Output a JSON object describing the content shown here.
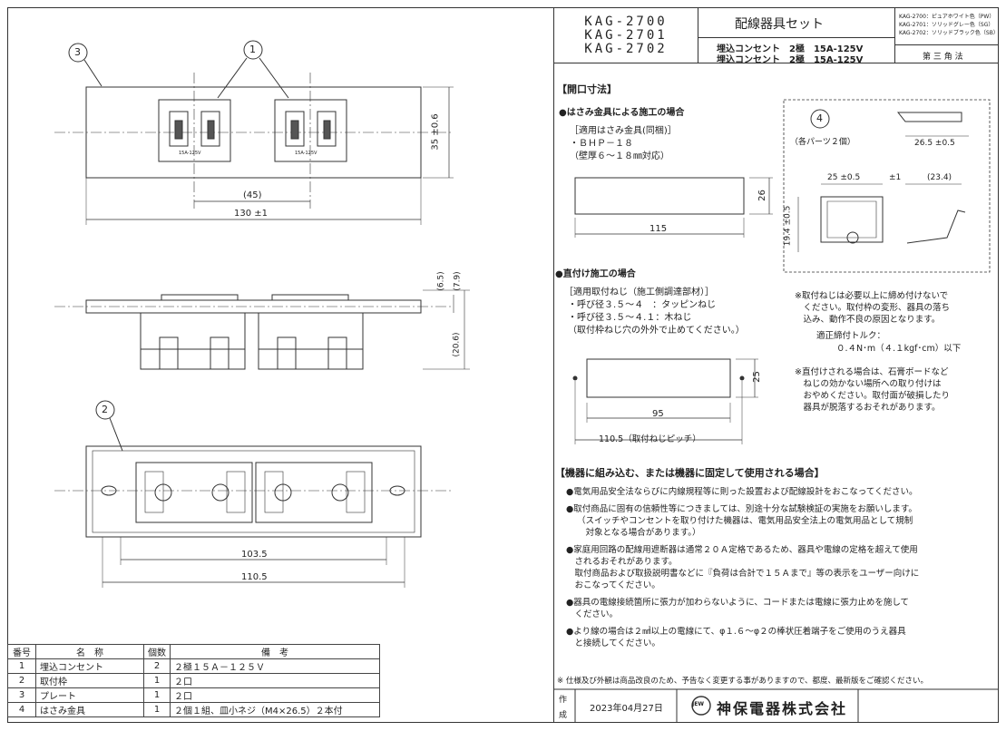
{
  "title_block": {
    "models": [
      "KAG-2700",
      "KAG-2701",
      "KAG-2702"
    ],
    "product_title": "配線器具セット",
    "lines": [
      "埋込コンセント　2極　15A-125V",
      "埋込コンセント　2極　15A-125V"
    ],
    "colors": [
      "KAG-2700：ピュアホワイト色（PW）",
      "KAG-2701：ソリッドグレー色（SG）",
      "KAG-2702：ソリッドブラック色（SB）"
    ],
    "projection": "第 三 角 法"
  },
  "drawing": {
    "balloons": [
      "3",
      "1",
      "2",
      "4"
    ],
    "dims": {
      "d35": "35 ±0.6",
      "d45": "(45)",
      "d130": "130 ±1",
      "d65": "(6.5)",
      "d79": "(7.9)",
      "d206": "(20.6)",
      "d1035": "103.5",
      "d1105": "110.5"
    },
    "outlet_label": "15A-125V"
  },
  "opening": {
    "heading": "【開口寸法】",
    "clip_title": "●はさみ金具による施工の場合",
    "clip_lines": [
      "［適用はさみ金具(同梱)］",
      "・ＢＨＰ－１８",
      "（壁厚６～１８㎜対応）"
    ],
    "clip_dims": {
      "w": "115",
      "h": "26"
    },
    "parts_note": "（各パーツ２個）",
    "clip_part_dims": {
      "screw": "26.5 ±0.5",
      "w25": "25 ±0.5",
      "t1": "±1",
      "w234": "(23.4)",
      "h194": "19.4 ±0.5"
    },
    "direct_title": "●直付け施工の場合",
    "direct_lines": [
      "［適用取付ねじ（施工側調達部材）］",
      "・呼び径３.５～４　：タッピンねじ",
      "・呼び径３.５～４.１：木ねじ",
      "（取付枠ねじ穴の外外で止めてください。）"
    ],
    "direct_dims": {
      "w": "95",
      "h": "25",
      "pitch": "110.5（取付ねじピッチ）"
    },
    "note1": [
      "※取付ねじは必要以上に締め付けないで",
      "　ください。取付枠の変形、器具の落ち",
      "　込み、動作不良の原因となります。"
    ],
    "torque_label": "適正締付トルク：",
    "torque_value": "０.４N･m（４.１kgf･cm）以下",
    "note2": [
      "※直付けされる場合は、石膏ボードなど",
      "　ねじの効かない場所への取り付けは",
      "　おやめください。取付面が破損したり",
      "　器具が脱落するおそれがあります。"
    ]
  },
  "usage": {
    "heading": "【機器に組み込む、または機器に固定して使用される場合】",
    "items": [
      [
        "●電気用品安全法ならびに内線規程等に則った設置および配線設計をおこなってください。"
      ],
      [
        "●取付商品に固有の信頼性等につきましては、別途十分な試験検証の実施をお願いします。",
        "（スイッチやコンセントを取り付けた機器は、電気用品安全法上の電気用品として規制",
        "　対象となる場合があります。）"
      ],
      [
        "●家庭用回路の配線用遮断器は通常２０Ａ定格であるため、器具や電線の定格を超えて使用",
        "　されるおそれがあります。",
        "　取付商品および取扱説明書などに『負荷は合計で１５Ａまで』等の表示をユーザー向けに",
        "　おこなってください。"
      ],
      [
        "●器具の電線接続箇所に張力が加わらないように、コードまたは電線に張力止めを施して",
        "　ください。"
      ],
      [
        "●より線の場合は２㎟以上の電線にて、φ１.６～φ２の棒状圧着端子をご使用のうえ器具",
        "　と接続してください。"
      ]
    ],
    "footnote": "※ 仕様及び外観は商品改良のため、予告なく変更する事がありますので、都度、最新版をご確認ください。"
  },
  "footer": {
    "sakusei": "作",
    "sei": "成",
    "date": "2023年04月27日",
    "company": "神保電器株式会社",
    "logo_text": "JEW"
  },
  "parts_table": {
    "headers": [
      "番号",
      "名　称",
      "個数",
      "備　考"
    ],
    "rows": [
      [
        "1",
        "埋込コンセント",
        "2",
        "２極１５Ａ－１２５Ｖ"
      ],
      [
        "2",
        "取付枠",
        "1",
        "２口"
      ],
      [
        "3",
        "プレート",
        "1",
        "２口"
      ],
      [
        "4",
        "はさみ金具",
        "1",
        "２個１組、皿小ネジ（M4×26.5）２本付"
      ]
    ]
  }
}
